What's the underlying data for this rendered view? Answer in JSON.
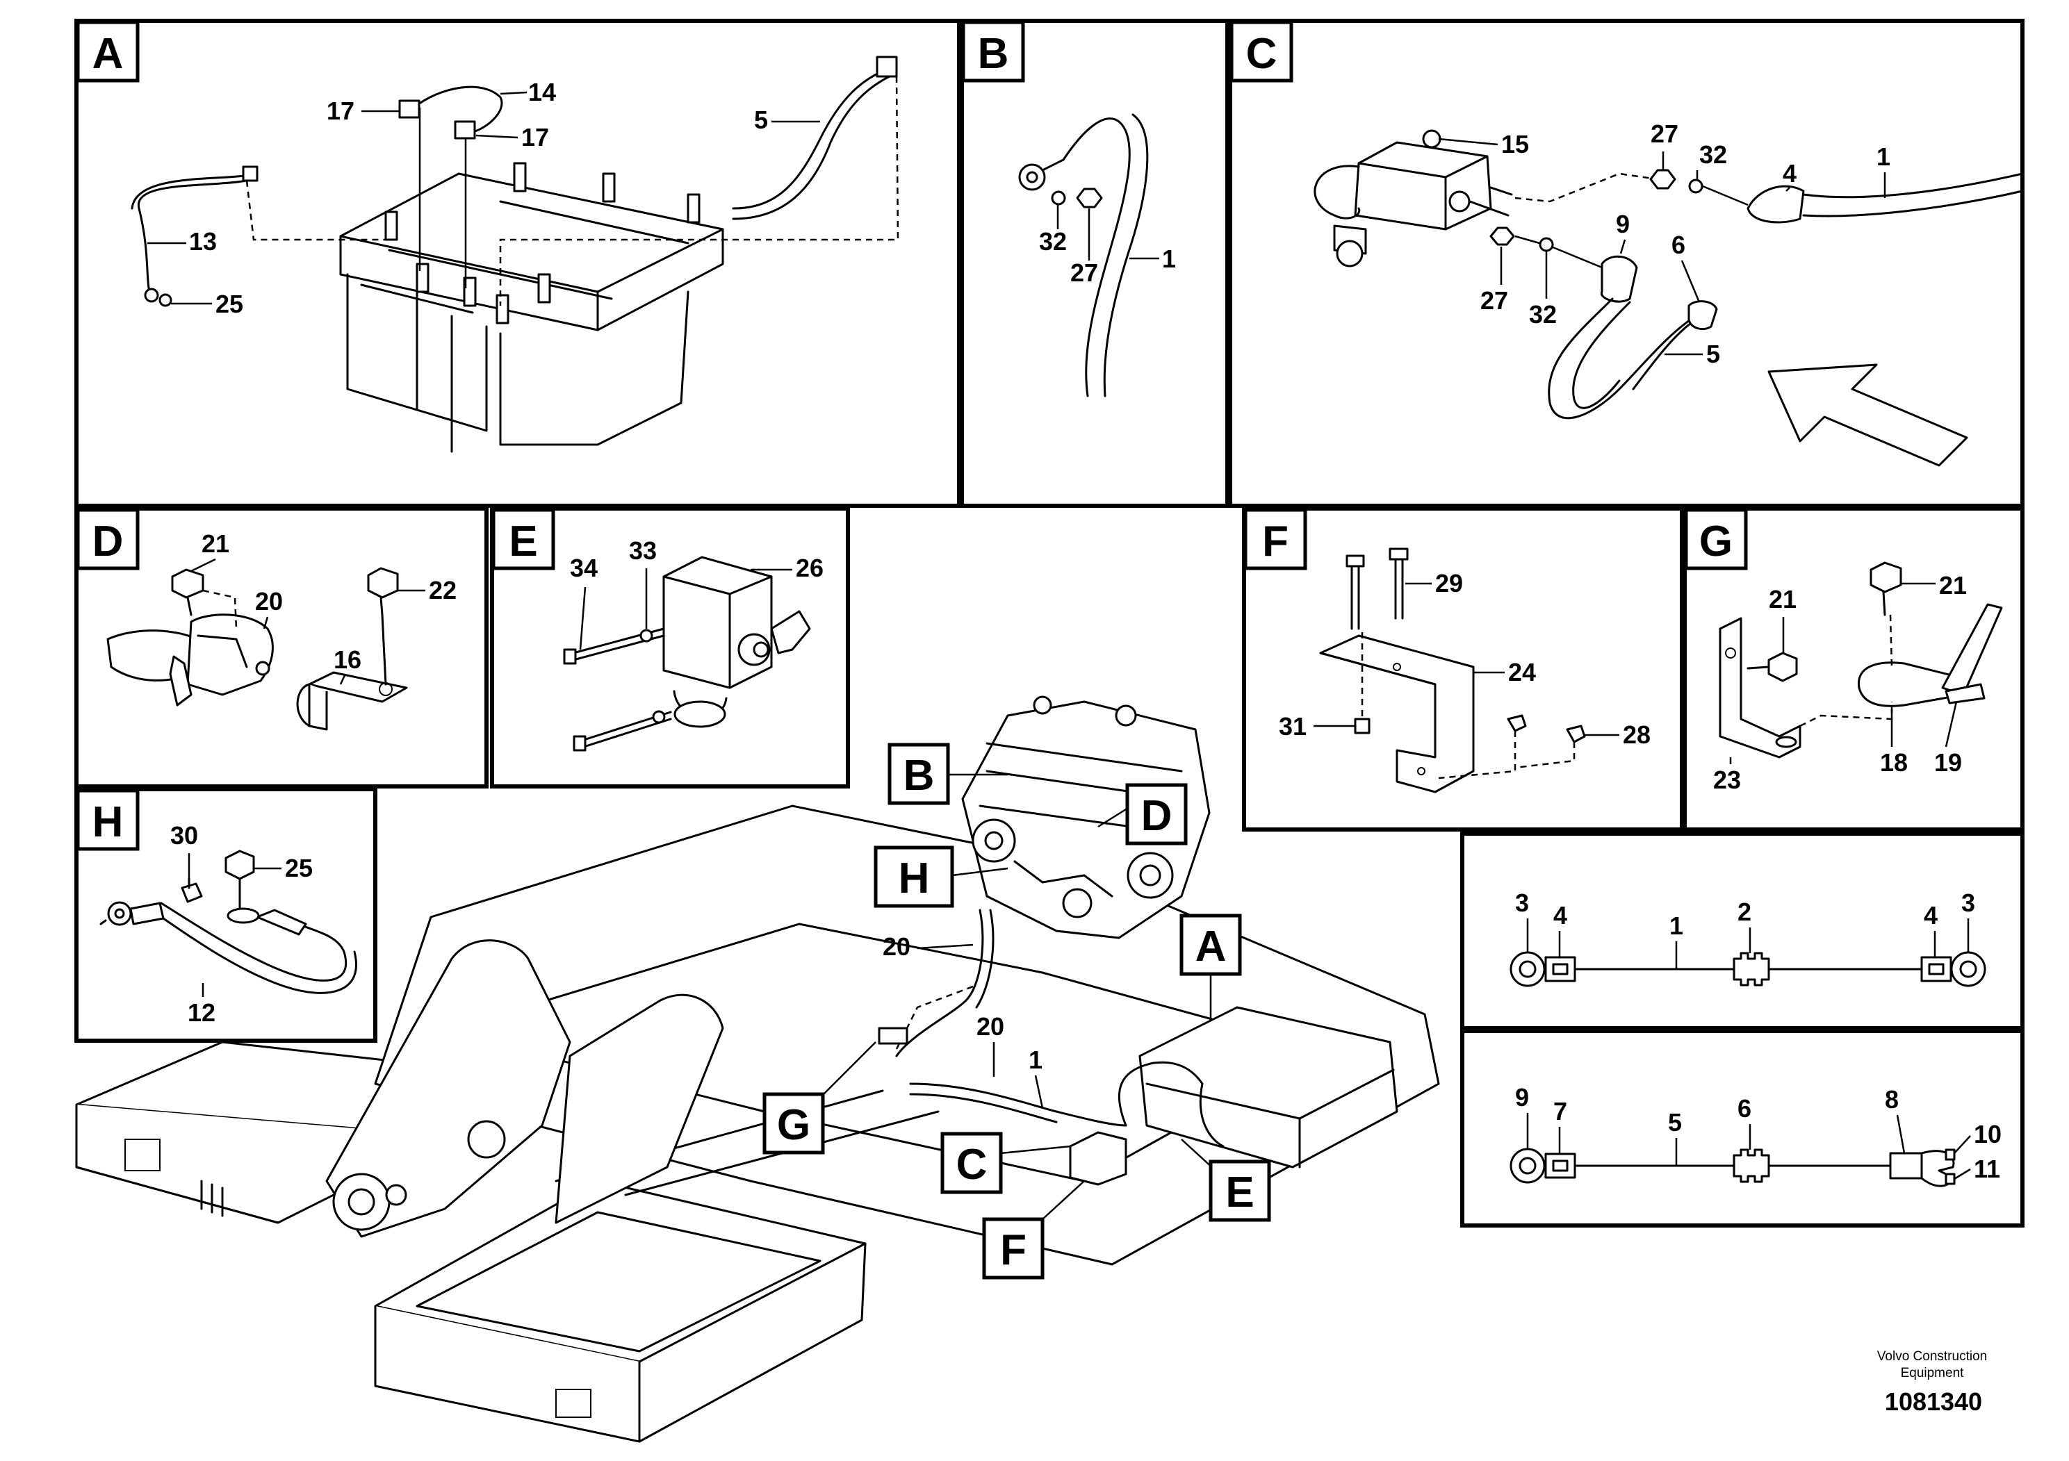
{
  "sections": {
    "A": "A",
    "B": "B",
    "C": "C",
    "D": "D",
    "E": "E",
    "F": "F",
    "G": "G",
    "H": "H"
  },
  "callouts": {
    "A": [
      "17",
      "14",
      "17",
      "5",
      "13",
      "25"
    ],
    "B": [
      "32",
      "27",
      "1"
    ],
    "C": [
      "15",
      "27",
      "32",
      "4",
      "1",
      "9",
      "6",
      "27",
      "32",
      "5"
    ],
    "D": [
      "21",
      "20",
      "16",
      "22"
    ],
    "E": [
      "34",
      "33",
      "26"
    ],
    "F": [
      "29",
      "24",
      "31",
      "28"
    ],
    "G": [
      "21",
      "21",
      "23",
      "18",
      "19"
    ],
    "H": [
      "30",
      "25",
      "12"
    ],
    "main": [
      "20",
      "20",
      "1"
    ],
    "cable_1": [
      "3",
      "4",
      "1",
      "2",
      "4",
      "3"
    ],
    "cable_5": [
      "9",
      "7",
      "5",
      "6",
      "8",
      "10",
      "11"
    ]
  },
  "footer": {
    "company_line1": "Volvo Construction",
    "company_line2": "Equipment",
    "drawing_number": "1081340"
  }
}
